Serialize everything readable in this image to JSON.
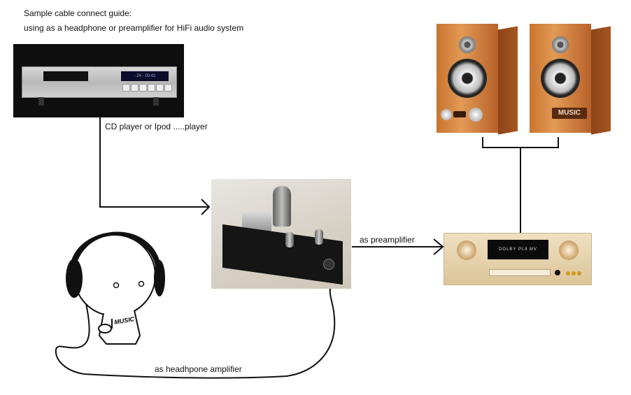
{
  "header": {
    "title": "Sample cable connect guide:",
    "subtitle": "using as a headphone or preamplifier for HiFi audio system"
  },
  "devices": {
    "source": {
      "name": "CD player",
      "display_text": "- 24 - 00:42"
    },
    "amplifier": {
      "name": "Tube headphone amplifier / preamplifier"
    },
    "receiver": {
      "name": "AV receiver",
      "display_text": "DOLBY PLⅡ MV"
    },
    "speakers": {
      "left": "Speaker left",
      "right": "Speaker right",
      "right_label": "MUSIC"
    },
    "listener": {
      "name": "Headphone character",
      "shirt_text": "MUSIC"
    }
  },
  "labels": {
    "source_to_amp": "CD player or Ipod .....player",
    "amp_to_receiver": "as preamplifier",
    "amp_to_headphone": "as headhpone amplifier"
  },
  "colors": {
    "wire": "#111111",
    "speaker_wood": "#d98a45",
    "receiver_gold": "#e6d3ae"
  }
}
